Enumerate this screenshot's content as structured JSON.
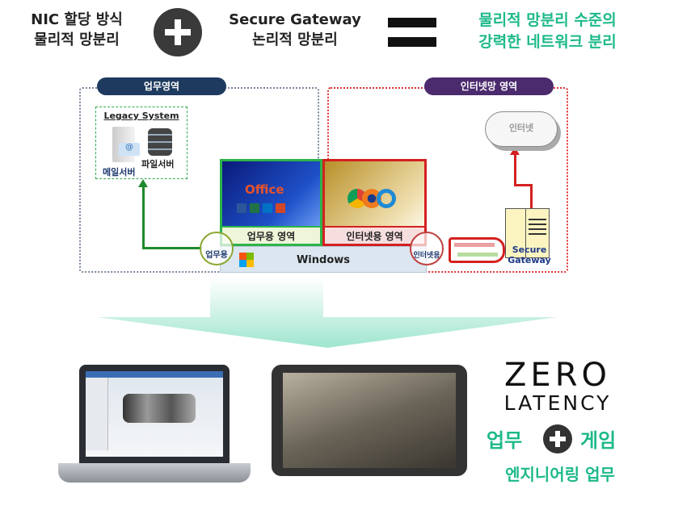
{
  "header": {
    "left": {
      "line1": "NIC 할당 방식",
      "line2": "물리적 망분리"
    },
    "middle": {
      "line1": "Secure Gateway",
      "line2": "논리적 망분리"
    },
    "result": {
      "line1": "물리적 망분리 수준의",
      "line2": "강력한 네트워크 분리"
    },
    "plus_icon": "plus-circle-icon",
    "equals_icon": "equals-icon"
  },
  "diagram": {
    "work_zone": "업무영역",
    "internet_zone": "인터넷망 영역",
    "legacy_title": "Legacy System",
    "mail_server": "메일서버",
    "file_server": "파일서버",
    "office_label": "Office",
    "work_area": "업무용 영역",
    "internet_area": "인터넷용 영역",
    "os": "Windows",
    "work_nic": "업무용",
    "internet_nic": "인터넷용",
    "cloud": "인터넷",
    "gateway_line1": "Secure",
    "gateway_line2": "Gateway"
  },
  "bottom": {
    "brand_line1": "ZERO",
    "brand_line2": "LATENCY",
    "feature_left": "업무",
    "feature_right": "게임",
    "feature2": "엔지니어링 업무"
  },
  "colors": {
    "accent": "#1db98a",
    "work": "#1e3a5f",
    "internet": "#4b2a6e"
  }
}
